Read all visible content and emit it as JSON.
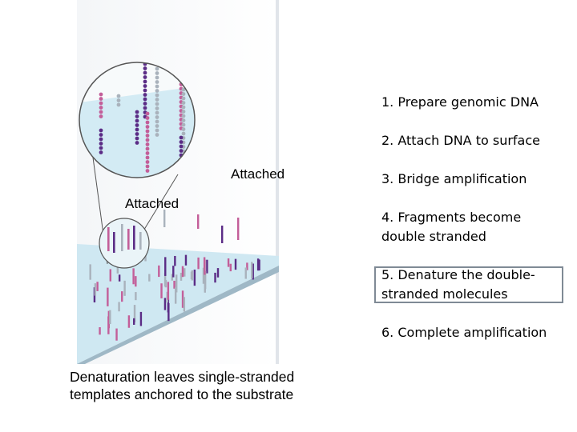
{
  "figure": {
    "labels": {
      "attached_upper": "Attached",
      "attached_lower": "Attached"
    }
  },
  "steps": [
    {
      "text": "1. Prepare genomic DNA"
    },
    {
      "text": "2. Attach DNA to surface"
    },
    {
      "text": "3. Bridge amplification"
    },
    {
      "line1": "4. Fragments become",
      "line2": "double stranded"
    },
    {
      "line1": "5. Denature the double-",
      "line2": "stranded  molecules",
      "highlighted": true
    },
    {
      "text": "6. Complete amplification"
    }
  ],
  "caption": "Denaturation leaves single-stranded templates anchored to the substrate",
  "colors": {
    "surface": "#cfe8f2",
    "strand_pink": "#c35e99",
    "strand_purple": "#5b2c86",
    "strand_gray": "#a9b2bc",
    "highlight_border": "#7f8a95"
  }
}
